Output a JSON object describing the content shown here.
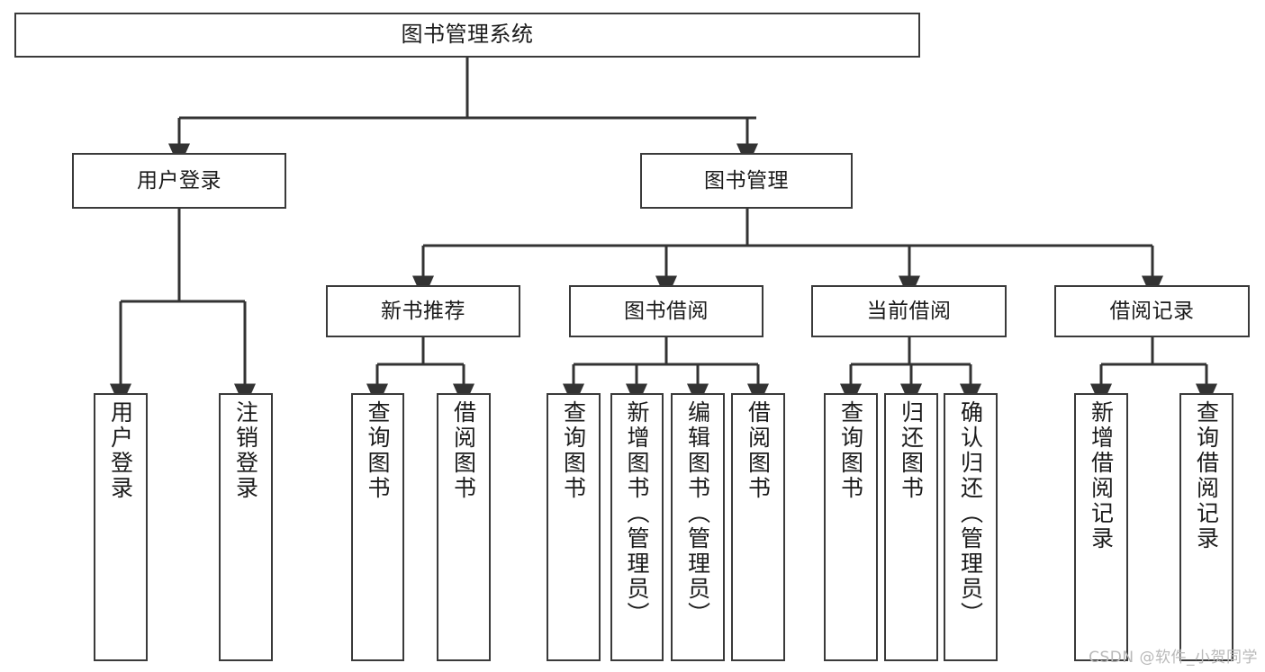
{
  "diagram": {
    "type": "tree",
    "title": "图书管理系统",
    "orientation": "top-down",
    "colors": {
      "box_border": "#3a3a3a",
      "box_fill": "#ffffff",
      "edge": "#333333",
      "text": "#1b1b1b",
      "watermark": "#b9b9b9"
    },
    "nodes": {
      "root": {
        "label": "图书管理系统"
      },
      "level1": [
        {
          "label": "用户登录"
        },
        {
          "label": "图书管理"
        }
      ],
      "level2": [
        {
          "label": "新书推荐"
        },
        {
          "label": "图书借阅"
        },
        {
          "label": "当前借阅"
        },
        {
          "label": "借阅记录"
        }
      ],
      "leaves": {
        "user_login": [
          {
            "label": "用户登录"
          },
          {
            "label": "注销登录"
          }
        ],
        "new_book": [
          {
            "label": "查询图书"
          },
          {
            "label": "借阅图书"
          }
        ],
        "book_borrow": [
          {
            "label": "查询图书"
          },
          {
            "label": "新增图书（管理员）"
          },
          {
            "label": "编辑图书（管理员）"
          },
          {
            "label": "借阅图书"
          }
        ],
        "current_borrow": [
          {
            "label": "查询图书"
          },
          {
            "label": "归还图书"
          },
          {
            "label": "确认归还（管理员）"
          }
        ],
        "borrow_record": [
          {
            "label": "新增借阅记录"
          },
          {
            "label": "查询借阅记录"
          }
        ]
      }
    },
    "watermark": "CSDN @软件_小贺同学"
  }
}
